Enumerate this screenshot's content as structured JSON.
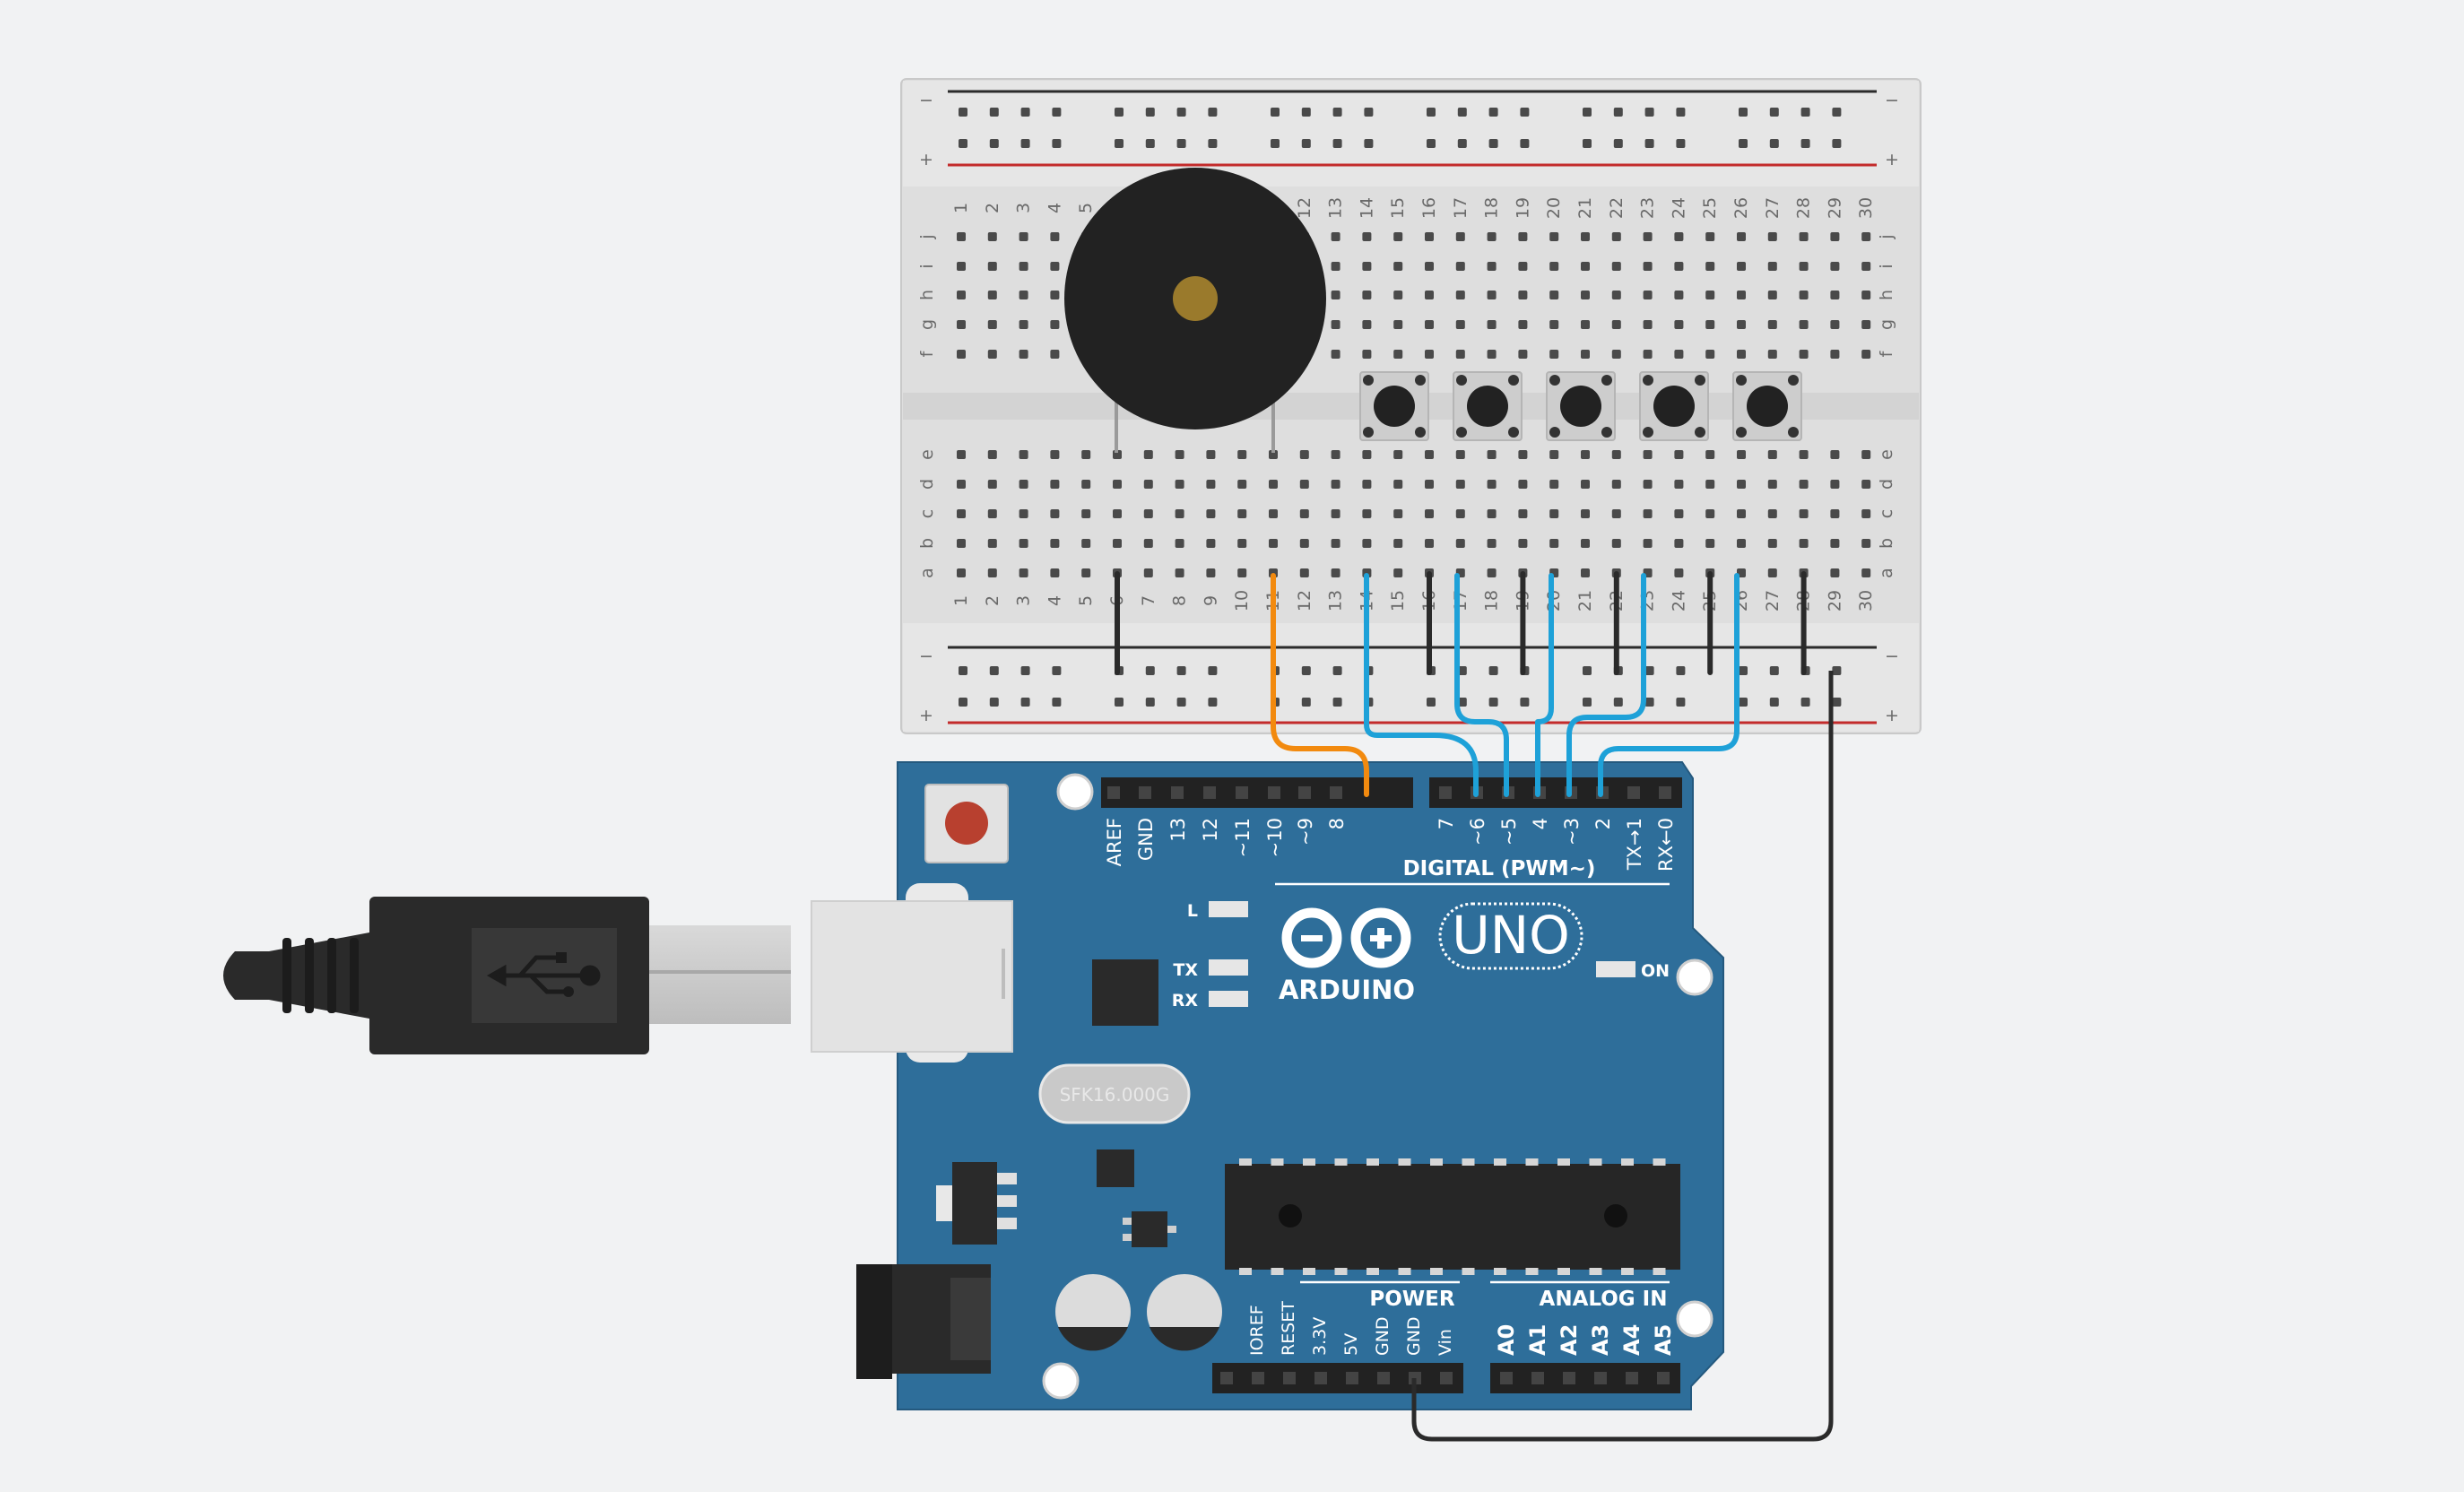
{
  "breadboard": {
    "rail_minus": "−",
    "rail_plus": "+",
    "column_numbers": [
      "1",
      "2",
      "3",
      "4",
      "5",
      "6",
      "7",
      "8",
      "9",
      "10",
      "11",
      "12",
      "13",
      "14",
      "15",
      "16",
      "17",
      "18",
      "19",
      "20",
      "21",
      "22",
      "23",
      "24",
      "25",
      "26",
      "27",
      "28",
      "29",
      "30"
    ],
    "rows_top": [
      "j",
      "i",
      "h",
      "g",
      "f"
    ],
    "rows_bottom": [
      "e",
      "d",
      "c",
      "b",
      "a"
    ]
  },
  "arduino": {
    "brand": "ARDUINO",
    "model": "UNO",
    "digital_header_label": "DIGITAL (PWM~)",
    "digital_pins": [
      "AREF",
      "GND",
      "13",
      "12",
      "~11",
      "~10",
      "~9",
      "8",
      "7",
      "~6",
      "~5",
      "4",
      "~3",
      "2",
      "TX→1",
      "RX←0"
    ],
    "power_header_label": "POWER",
    "power_pins": [
      "IOREF",
      "RESET",
      "3.3V",
      "5V",
      "GND",
      "GND",
      "Vin"
    ],
    "analog_header_label": "ANALOG IN",
    "analog_pins": [
      "A0",
      "A1",
      "A2",
      "A3",
      "A4",
      "A5"
    ],
    "led_labels": [
      "L",
      "TX",
      "RX"
    ],
    "on_label": "ON",
    "crystal_label": "SFK16.000G"
  },
  "components": {
    "buzzer_count": 1,
    "pushbutton_count": 5
  },
  "wire_colors": {
    "orange": "#f28a0f",
    "blue": "#1ea1d8",
    "black": "#2a2a2a"
  }
}
